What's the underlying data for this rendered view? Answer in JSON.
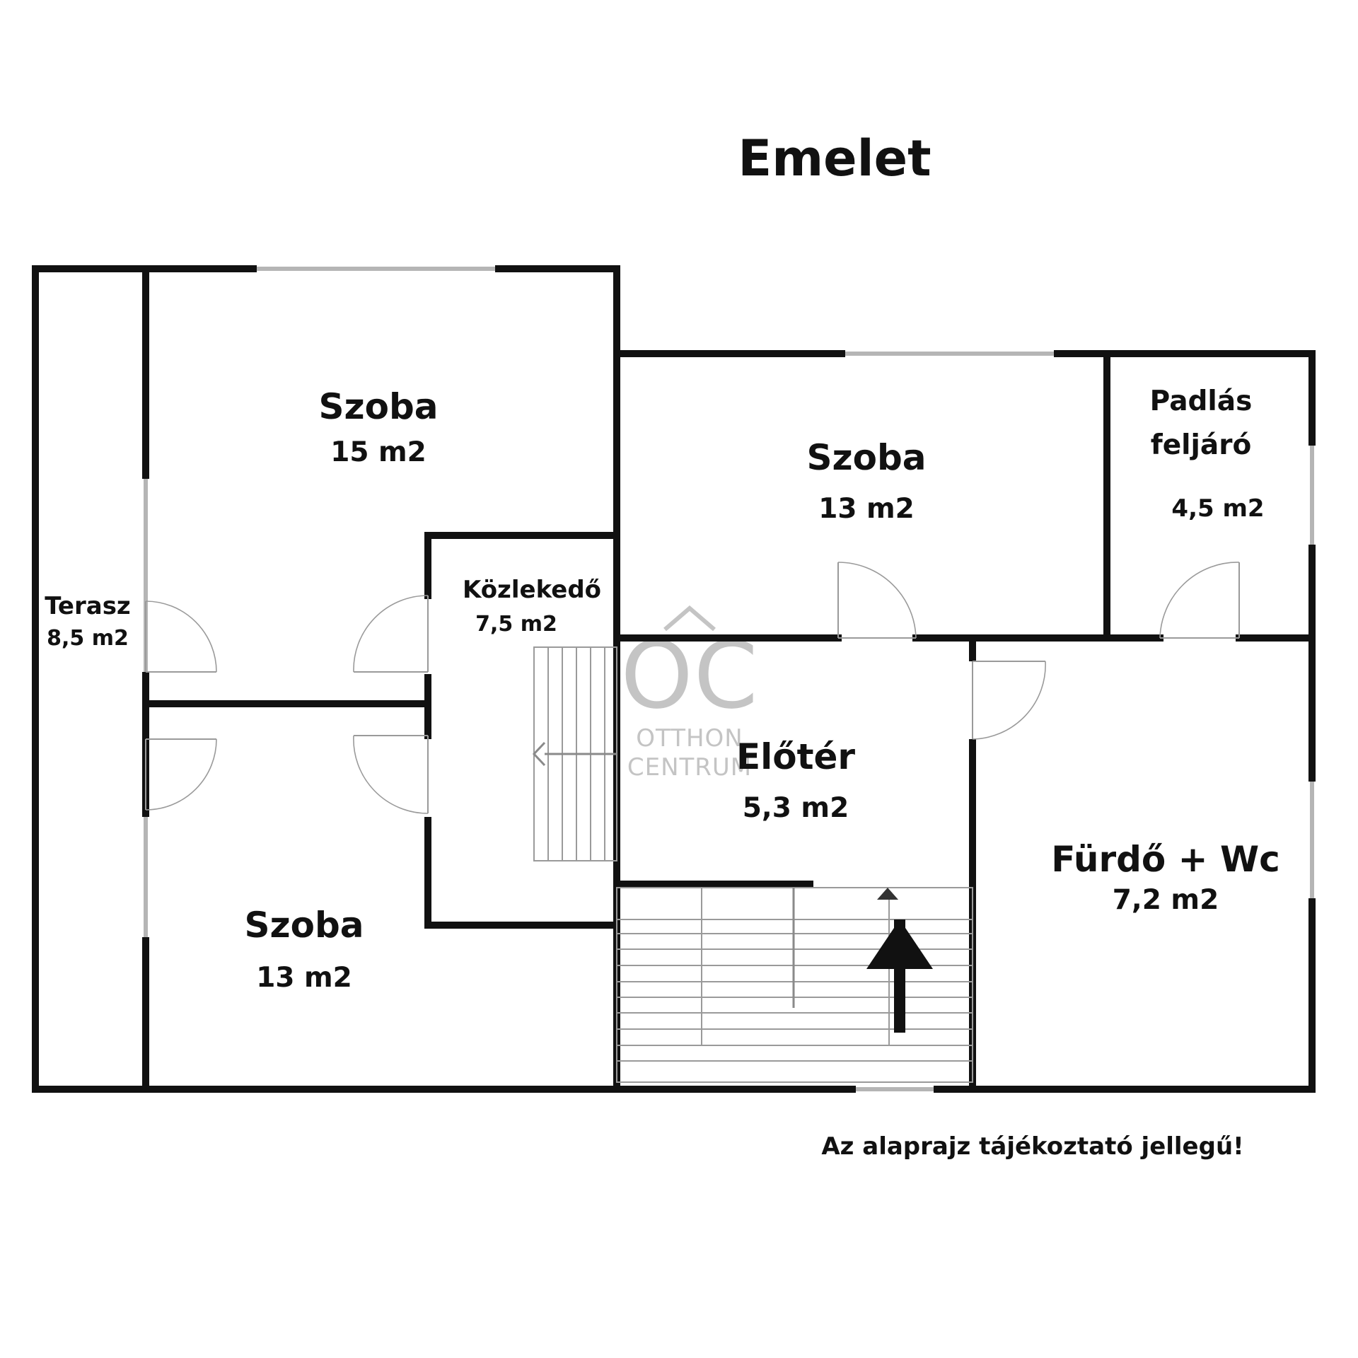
{
  "title": "Emelet",
  "disclaimer": "Az alaprajz tájékoztató jellegű!",
  "watermark": {
    "monogram": "OC",
    "line1": "OTTHON",
    "line2": "CENTRUM"
  },
  "rooms": {
    "szoba_nw": {
      "name": "Szoba",
      "area": "15 m2"
    },
    "szoba_ne": {
      "name": "Szoba",
      "area": "13 m2"
    },
    "szoba_sw": {
      "name": "Szoba",
      "area": "13 m2"
    },
    "padlas": {
      "name_line1": "Padlás",
      "name_line2": "feljáró",
      "area": "4,5 m2"
    },
    "terasz": {
      "name": "Terasz",
      "area": "8,5 m2"
    },
    "kozlekedo": {
      "name": "Közlekedő",
      "area": "7,5 m2"
    },
    "eloter": {
      "name": "Előtér",
      "area": "5,3 m2"
    },
    "furdo": {
      "name": "Fürdő + Wc",
      "area": "7,2 m2"
    }
  }
}
